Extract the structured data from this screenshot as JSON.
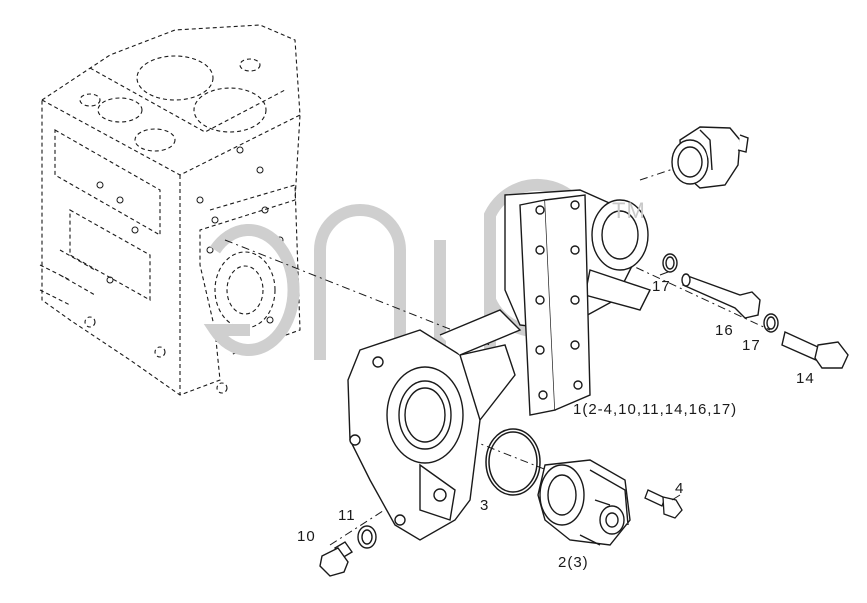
{
  "diagram": {
    "callouts": [
      {
        "id": "c17a",
        "text": "17"
      },
      {
        "id": "c16",
        "text": "16"
      },
      {
        "id": "c17b",
        "text": "17"
      },
      {
        "id": "c14",
        "text": "14"
      },
      {
        "id": "c1",
        "text": "1(2-4,10,11,14,16,17)"
      },
      {
        "id": "c4",
        "text": "4"
      },
      {
        "id": "c3",
        "text": "3"
      },
      {
        "id": "c11",
        "text": "11"
      },
      {
        "id": "c10",
        "text": "10"
      },
      {
        "id": "c2",
        "text": "2(3)"
      }
    ],
    "watermark": {
      "text": "TM"
    },
    "colors": {
      "line": "#1a1a1a",
      "watermark": "#cfcfcf"
    }
  }
}
